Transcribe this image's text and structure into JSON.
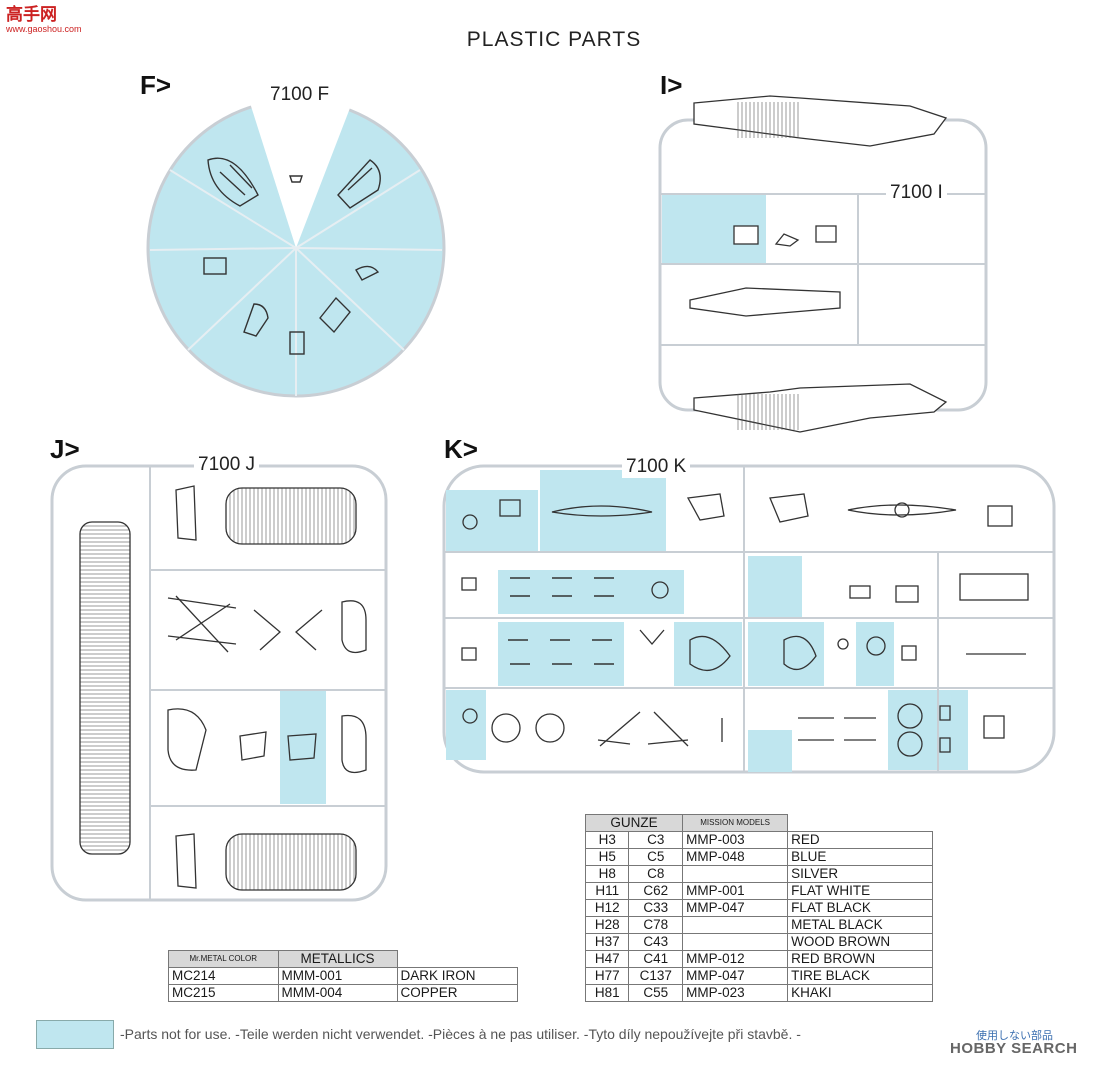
{
  "watermark": {
    "site_name": "高手网",
    "site_url": "www.gaoshou.com"
  },
  "page_title": "PLASTIC  PARTS",
  "sections": [
    {
      "key": "F",
      "label": "F>",
      "sprue": "7100 F"
    },
    {
      "key": "I",
      "label": "I>",
      "sprue": "7100 I"
    },
    {
      "key": "J",
      "label": "J>",
      "sprue": "7100 J"
    },
    {
      "key": "K",
      "label": "K>",
      "sprue": "7100 K"
    }
  ],
  "paint_table": {
    "headers": [
      "GUNZE",
      "",
      "MISSION MODELS",
      ""
    ],
    "rows": [
      [
        "H3",
        "C3",
        "MMP-003",
        "RED"
      ],
      [
        "H5",
        "C5",
        "MMP-048",
        "BLUE"
      ],
      [
        "H8",
        "C8",
        "",
        "SILVER"
      ],
      [
        "H11",
        "C62",
        "MMP-001",
        "FLAT WHITE"
      ],
      [
        "H12",
        "C33",
        "MMP-047",
        "FLAT BLACK"
      ],
      [
        "H28",
        "C78",
        "",
        "METAL BLACK"
      ],
      [
        "H37",
        "C43",
        "",
        "WOOD BROWN"
      ],
      [
        "H47",
        "C41",
        "MMP-012",
        "RED BROWN"
      ],
      [
        "H77",
        "C137",
        "MMP-047",
        "TIRE BLACK"
      ],
      [
        "H81",
        "C55",
        "MMP-023",
        "KHAKI"
      ]
    ]
  },
  "metallics_table": {
    "headers": [
      "Mr.METAL COLOR",
      "METALLICS",
      ""
    ],
    "rows": [
      [
        "MC214",
        "MMM-001",
        "DARK IRON"
      ],
      [
        "MC215",
        "MMM-004",
        "COPPER"
      ]
    ]
  },
  "legend": {
    "swatch_color": "#bfe6ef",
    "text": "-Parts not for use. -Teile werden nicht verwendet. -Pièces à ne pas utiliser. -Tyto díly nepoužívejte při stavbě. -",
    "jp_note": "使用しない部品"
  },
  "logo": {
    "text": "HOBBY SEARCH"
  },
  "colors": {
    "not_for_use": "#bfe6ef",
    "sprue_frame": "#c8ced4",
    "line": "#333333"
  }
}
